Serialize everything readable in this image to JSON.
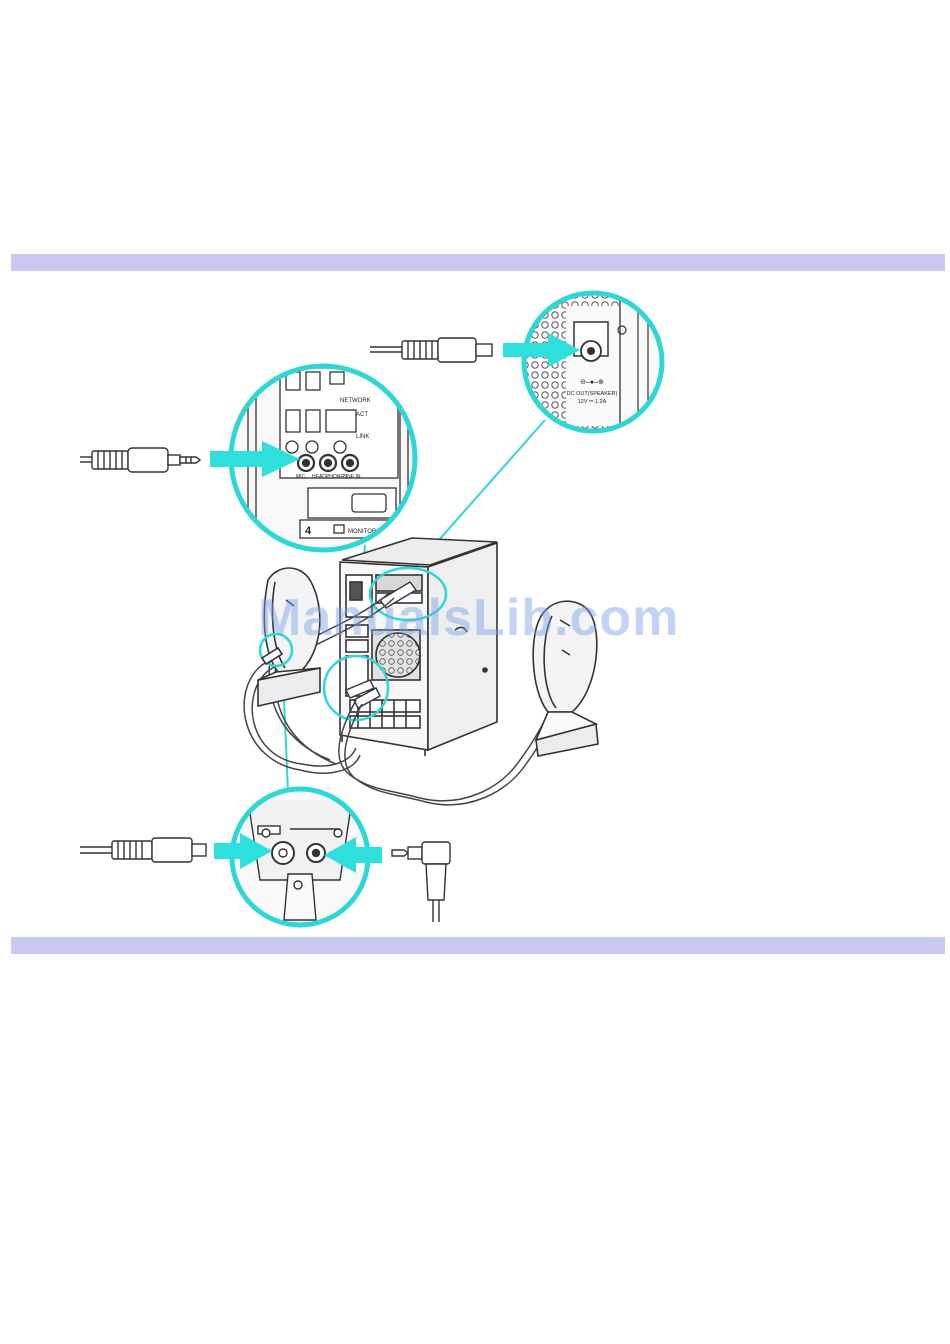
{
  "watermark": "ManualsLib.com",
  "panel_labels": {
    "network": "NETWORK",
    "act": "ACT",
    "link": "LINK",
    "mic": "MIC",
    "headphones": "HEADPHONES",
    "line_in": "LINE IN",
    "monitor": "MONITOR",
    "port_number": "4",
    "dc_out_line1": "DC OUT(SPEAKER)",
    "dc_out_line2": "12V ⎓ 1.2A"
  },
  "colors": {
    "band": "#c9c9f2",
    "callout": "#2fd6d6",
    "arrow": "#2ee0dc",
    "line_art": "#333333"
  }
}
